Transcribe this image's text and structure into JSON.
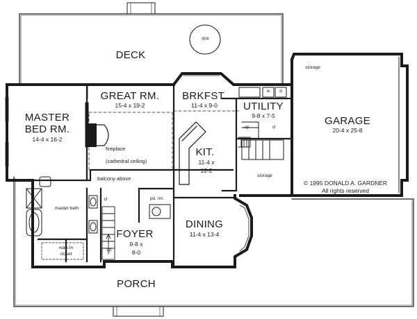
{
  "plan": {
    "rooms": {
      "deck": "DECK",
      "spa": "spa",
      "great_room": {
        "name": "GREAT RM.",
        "size": "15-4 x 19-2"
      },
      "breakfast": {
        "name": "BRKFST.",
        "size": "11-4 x 9-0"
      },
      "utility": {
        "name": "UTILITY",
        "size": "9-8 x 7-5"
      },
      "garage": {
        "name": "GARAGE",
        "size": "20-4 x 25-8"
      },
      "master_bed": {
        "name_line1": "MASTER",
        "name_line2": "BED RM.",
        "size": "14-4 x 16-2"
      },
      "kitchen": {
        "name": "KIT.",
        "size_line1": "11-4 x",
        "size_line2": "12-2"
      },
      "dining": {
        "name": "DINING",
        "size": "11-4 x 13-4"
      },
      "foyer": {
        "name": "FOYER",
        "size_line1": "9-8 x",
        "size_line2": "8-0"
      },
      "porch": "PORCH"
    },
    "notes": {
      "fireplace": "fireplace",
      "cathedral": "(cathedral ceiling)",
      "balcony": "balcony above",
      "master_bath": "master bath",
      "walkin_line1": "walk-in",
      "walkin_line2": "closet",
      "pd_rm": "pd. rm.",
      "storage_garage": "storage",
      "storage_side": "storage",
      "cl_stair": "cl",
      "cl_utility": "cl",
      "up_stair": "up",
      "up_utility": "up",
      "w": "w",
      "d": "d"
    },
    "copyright_line1": "© 1995 DONALD A. GARDNER",
    "copyright_line2": "All rights reserved"
  }
}
